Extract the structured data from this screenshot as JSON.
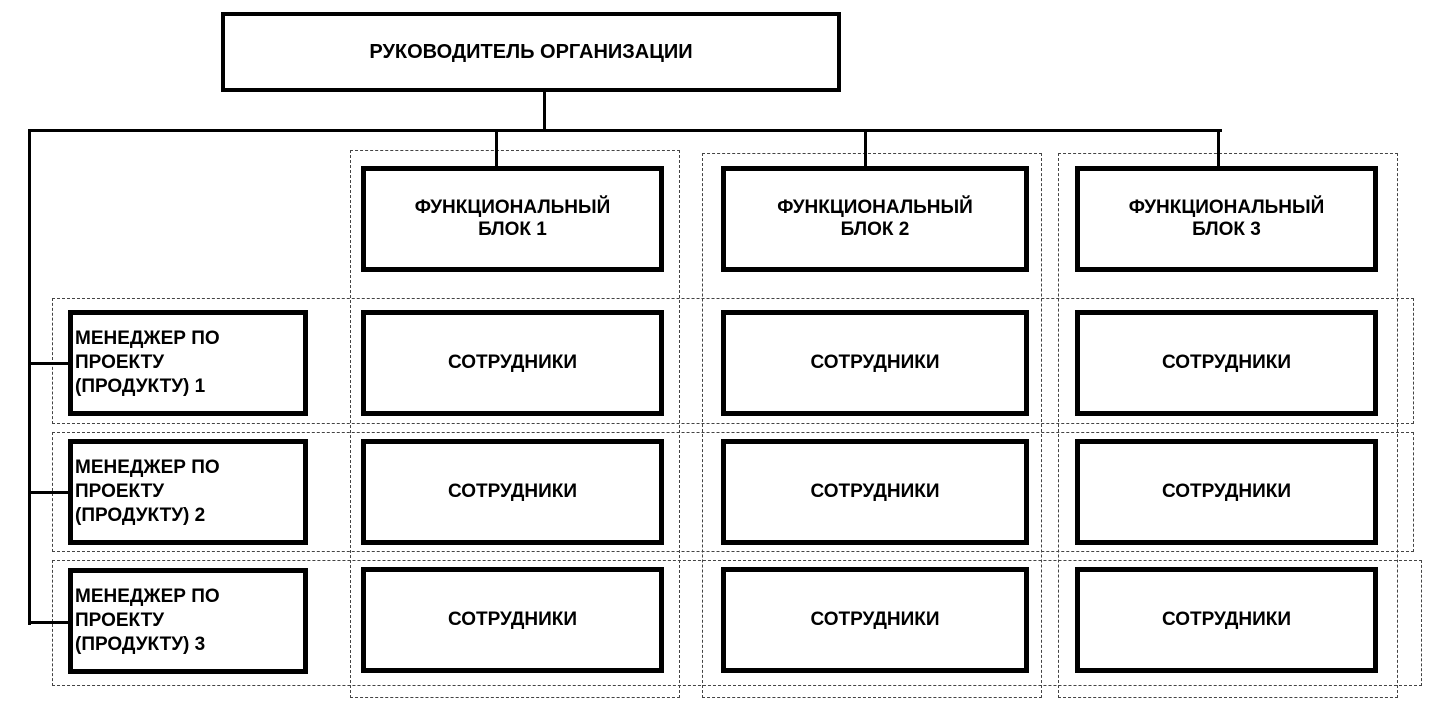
{
  "diagram": {
    "head": "РУКОВОДИТЕЛЬ ОРГАНИЗАЦИИ",
    "blocks": [
      "ФУНКЦИОНАЛЬНЫЙ\nБЛОК 1",
      "ФУНКЦИОНАЛЬНЫЙ\nБЛОК 2",
      "ФУНКЦИОНАЛЬНЫЙ\nБЛОК 3"
    ],
    "managers": [
      "МЕНЕДЖЕР ПО\nПРОЕКТУ\n(ПРОДУКТУ) 1",
      "МЕНЕДЖЕР ПО\nПРОЕКТУ\n(ПРОДУКТУ) 2",
      "МЕНЕДЖЕР ПО\nПРОЕКТУ\n(ПРОДУКТУ) 3"
    ],
    "employees_label": "СОТРУДНИКИ"
  }
}
